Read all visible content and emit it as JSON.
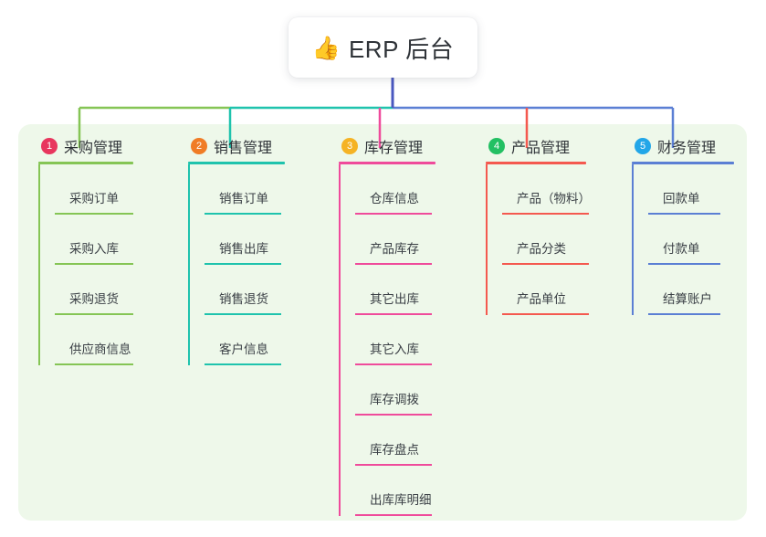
{
  "diagram": {
    "type": "mindmap-tree",
    "root": {
      "icon": "thumbs-up-icon",
      "emoji": "👍",
      "label": "ERP 后台"
    },
    "panel_color": "#eef8ea",
    "branches": [
      {
        "index": "1",
        "title": "采购管理",
        "badge_color": "#e8365e",
        "line_color": "#85c555",
        "items": [
          {
            "label": "采购订单"
          },
          {
            "label": "采购入库"
          },
          {
            "label": "采购退货"
          },
          {
            "label": "供应商信息"
          }
        ]
      },
      {
        "index": "2",
        "title": "销售管理",
        "badge_color": "#f07c26",
        "line_color": "#1fc3ad",
        "items": [
          {
            "label": "销售订单"
          },
          {
            "label": "销售出库"
          },
          {
            "label": "销售退货"
          },
          {
            "label": "客户信息"
          }
        ]
      },
      {
        "index": "3",
        "title": "库存管理",
        "badge_color": "#f5b324",
        "line_color": "#ef4b9b",
        "items": [
          {
            "label": "仓库信息"
          },
          {
            "label": "产品库存"
          },
          {
            "label": "其它出库"
          },
          {
            "label": "其它入库"
          },
          {
            "label": "库存调拨"
          },
          {
            "label": "库存盘点"
          },
          {
            "label": "出库库明细"
          }
        ]
      },
      {
        "index": "4",
        "title": "产品管理",
        "badge_color": "#23c063",
        "line_color": "#f4594f",
        "items": [
          {
            "label": "产品（物料）"
          },
          {
            "label": "产品分类"
          },
          {
            "label": "产品单位"
          }
        ]
      },
      {
        "index": "5",
        "title": "财务管理",
        "badge_color": "#22a6e8",
        "line_color": "#5b7fd4",
        "items": [
          {
            "label": "回款单"
          },
          {
            "label": "付款单"
          },
          {
            "label": "结算账户"
          }
        ]
      }
    ],
    "connectors": {
      "stem_color": "#4a58c0",
      "bus_left_color": "#85c555",
      "bus_mid_color": "#1fc3ad",
      "bus_right_color": "#5b7fd4"
    }
  }
}
